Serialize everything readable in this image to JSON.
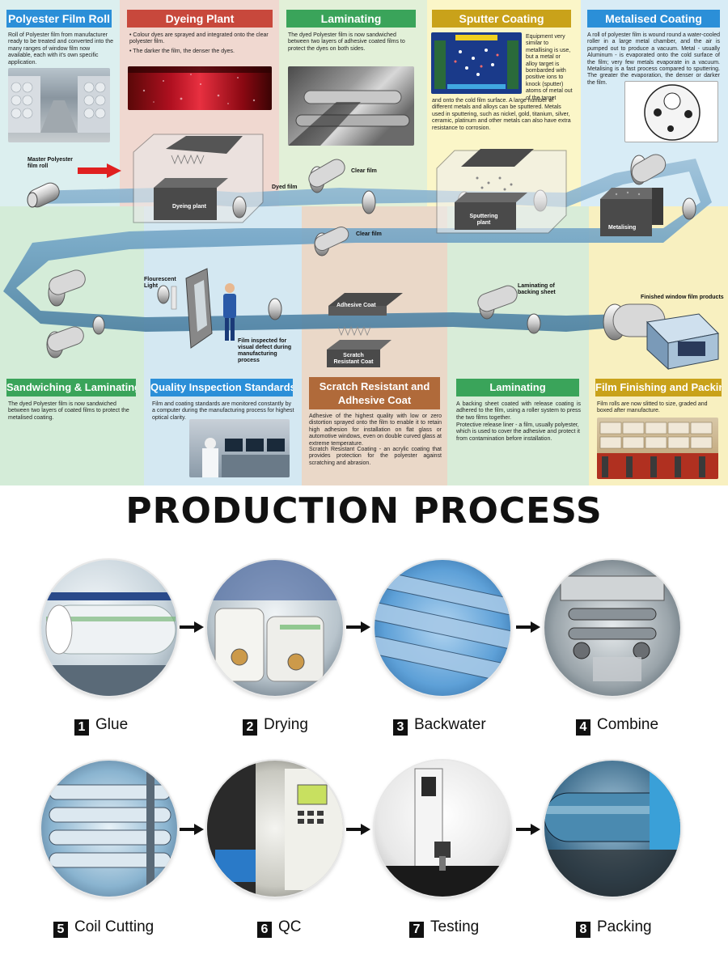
{
  "poster": {
    "headers": {
      "polyester_roll": "Polyester Film Roll",
      "dyeing_plant": "Dyeing Plant",
      "laminating_top": "Laminating",
      "sputter_coating": "Sputter Coating",
      "metalised_coating": "Metalised Coating",
      "sandwiching": "Sandwiching & Laminating",
      "quality": "Quality Inspection Standards",
      "scratch": "Scratch Resistant and Adhesive Coat",
      "laminating_bottom": "Laminating",
      "finishing": "Film Finishing and Packing"
    },
    "texts": {
      "polyester_roll": "Roll of Polyester film from manufacturer ready to be treated and converted into the many ranges of window film now available, each with it's own specific application.",
      "dyeing_1": "• Colour dyes are sprayed and integrated onto the clear polyester film.",
      "dyeing_2": "• The darker the film, the denser the dyes.",
      "laminating_top": "The dyed Polyester film is now sandwiched between two layers of adhesive coated films to protect the dyes on both sides.",
      "sputter_side": "Equipment very similar to metallising is use, but a metal or alloy target is bombarded with positive ions to knock (sputter) atoms of metal out of the target",
      "sputter_bottom": "and onto the cold film surface. A large number of different metals and alloys can be sputtered. Metals used in sputtering, such as nickel, gold, titanium, silver, ceramic, platinum and other metals can also have extra resistance to corrosion.",
      "metalised": "A roll of polyester film is wound round a water-cooled roller in a large metal chamber, and the air is pumped out to produce a vacuum. Metal - usually Aluminum - is evaporated onto the cold surface of the film; very few metals evaporate in a vacuum. Metalising is a fast process compared to sputtering. The greater the evaporation, the denser or darker the film.",
      "sandwiching": "The dyed Polyester film is now sandwiched between two layers of coated films to protect the metalised coating.",
      "quality": "Film and coating standards are monitored constantly by a computer during the manufacturing process for highest optical clarity.",
      "scratch_1": "Adhesive of the highest quality with low or zero distortion sprayed onto the film to enable it to retain high adhesion for installation on flat glass or automotive windows, even on double curved glass at extreme temperature.",
      "scratch_2": "Scratch Resistant Coating - an acrylic coating that provides protection for the polyester against scratching and abrasion.",
      "laminating_1": "A backing sheet coated with release coating is adhered to the film, using a roller system to press the two films together.",
      "laminating_2": "Protective release liner - a film, usually polyester, which is used to cover the adhesive and protect it from contamination before installation.",
      "finishing": "Film rolls are now slitted to size, graded and boxed after manufacture."
    },
    "labels": {
      "master_roll": "Master Polyester film roll",
      "dyeing_plant": "Dyeing plant",
      "dyed_film": "Dyed film",
      "clear_film_1": "Clear film",
      "clear_film_2": "Clear film",
      "sputtering_plant": "Sputtering plant",
      "metalising": "Metalising",
      "fluorescent": "Flourescent Light",
      "inspected": "Film inspected for visual defect during manufacturing process",
      "adhesive_coat": "Adhesive Coat",
      "scratch_coat": "Scratch Resistant Coat",
      "backing_sheet": "Laminating of backing sheet",
      "finished": "Finished window film products"
    }
  },
  "title": "PRODUCTION PROCESS",
  "steps": [
    {
      "num": "1",
      "label": "Glue",
      "theme": "white film rolls"
    },
    {
      "num": "2",
      "label": "Drying",
      "theme": "white film rolls on rack"
    },
    {
      "num": "3",
      "label": "Backwater",
      "theme": "blue transparent film rollers"
    },
    {
      "num": "4",
      "label": "Combine",
      "theme": "laminating machine"
    },
    {
      "num": "5",
      "label": "Coil Cutting",
      "theme": "transparent film coils"
    },
    {
      "num": "6",
      "label": "QC",
      "theme": "testing instrument panel"
    },
    {
      "num": "7",
      "label": "Testing",
      "theme": "tensile testing machine"
    },
    {
      "num": "8",
      "label": "Packing",
      "theme": "blue film roll packing"
    }
  ],
  "colors": {
    "header_blue": "#2b8fd8",
    "header_red": "#c8483c",
    "header_green": "#3aa45a",
    "header_gold": "#c9a21a",
    "header_brown": "#b06a3a",
    "film_blue": "#6fa2c4",
    "arrow_red": "#e02020"
  }
}
